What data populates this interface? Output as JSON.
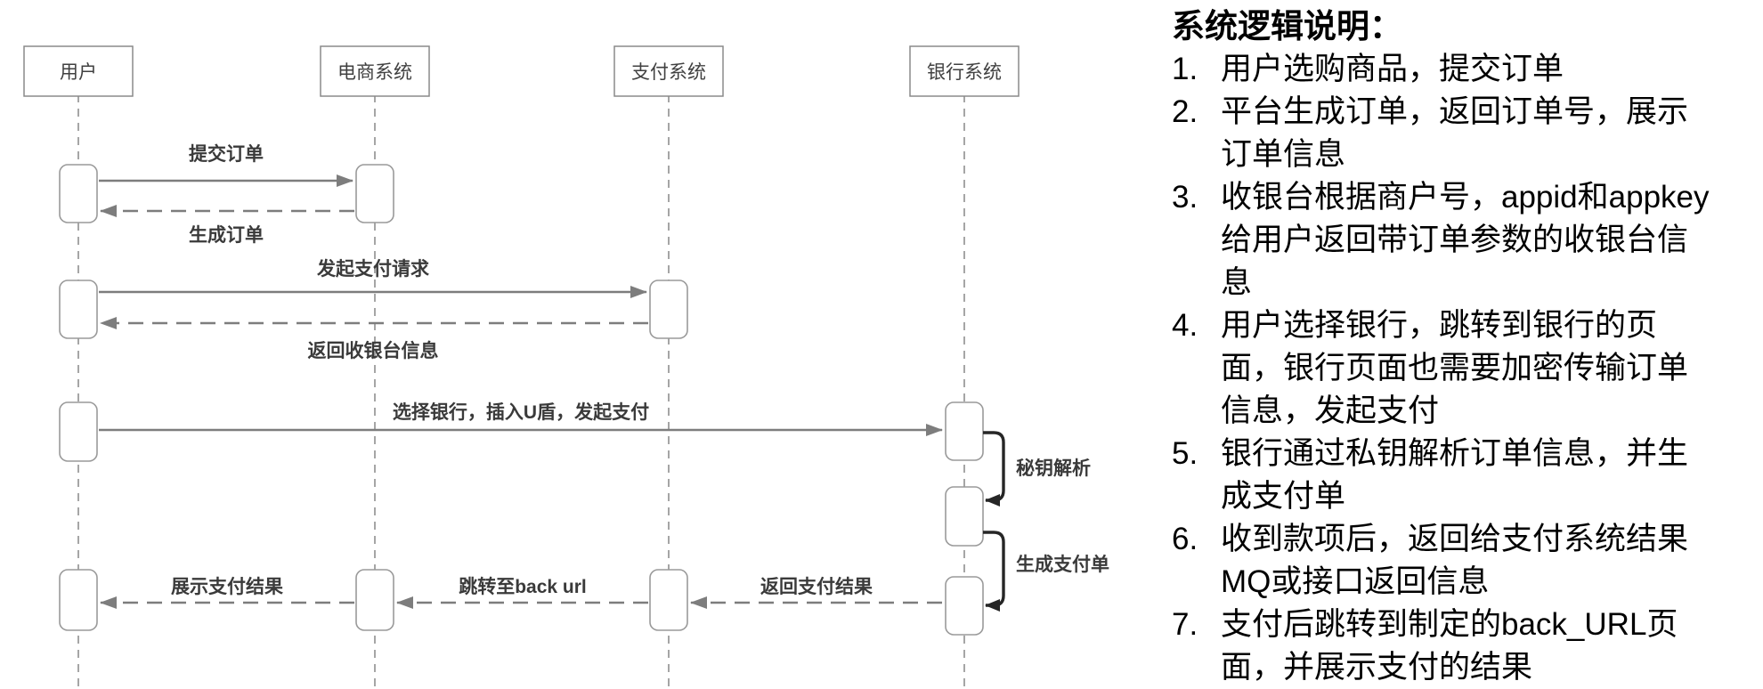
{
  "diagram": {
    "actors": [
      {
        "label": "用户"
      },
      {
        "label": "电商系统"
      },
      {
        "label": "支付系统"
      },
      {
        "label": "银行系统"
      }
    ],
    "messages": {
      "submit_order": "提交订单",
      "create_order": "生成订单",
      "initiate_payment_request": "发起支付请求",
      "return_cashier_info": "返回收银台信息",
      "select_bank_pay": "选择银行，插入U盾，发起支付",
      "key_parse": "秘钥解析",
      "create_payment_order": "生成支付单",
      "return_payment_result": "返回支付结果",
      "redirect_back_url": "跳转至back url",
      "show_payment_result": "展示支付结果"
    },
    "colors": {
      "line_gray": "#7d7d7d",
      "lifeline_gray": "#8f8f8f",
      "box_border": "#8a8a8a",
      "label_dark": "#3a3a3a",
      "loop_dark": "#262626"
    }
  },
  "notes": {
    "title": "系统逻辑说明：",
    "items": [
      {
        "num": "1.",
        "text": "用户选购商品，提交订单"
      },
      {
        "num": "2.",
        "text": "平台生成订单，返回订单号，展示订单信息"
      },
      {
        "num": "3.",
        "text": "收银台根据商户号，appid和appkey给用户返回带订单参数的收银台信息"
      },
      {
        "num": "4.",
        "text": "用户选择银行，跳转到银行的页面，银行页面也需要加密传输订单信息，发起支付"
      },
      {
        "num": "5.",
        "text": "银行通过私钥解析订单信息，并生成支付单"
      },
      {
        "num": "6.",
        "text": "收到款项后，返回给支付系统结果MQ或接口返回信息"
      },
      {
        "num": "7.",
        "text": "支付后跳转到制定的back_URL页面，并展示支付的结果"
      }
    ]
  }
}
